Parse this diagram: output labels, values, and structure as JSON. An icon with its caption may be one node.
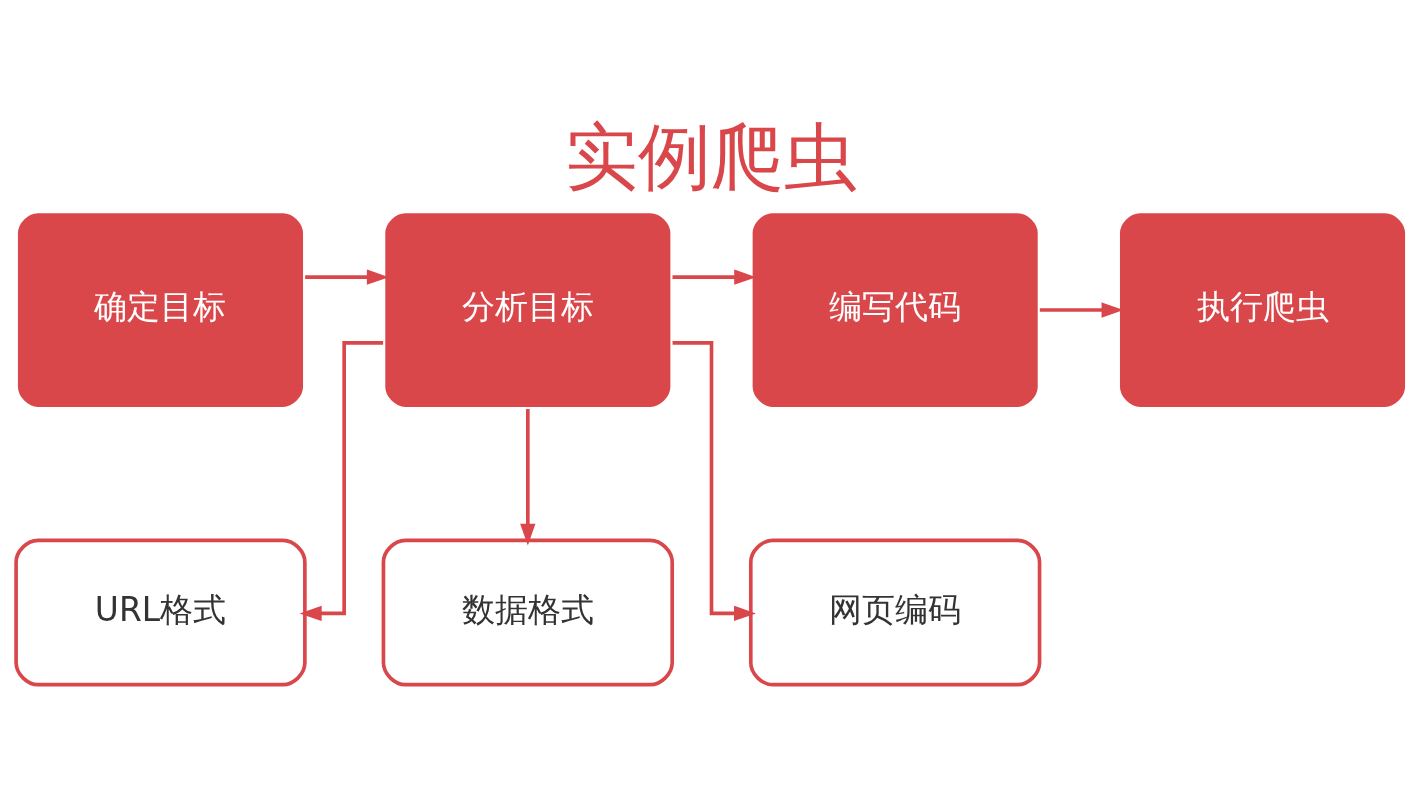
{
  "diagram": {
    "title": "实例爬虫",
    "nodes": [
      {
        "text": [
          "确定目标"
        ]
      },
      {
        "text": [
          "分析目标"
        ]
      },
      {
        "text": [
          "编写代码"
        ]
      },
      {
        "text": [
          "执行爬虫"
        ]
      },
      {
        "text": [
          "URL格式"
        ]
      },
      {
        "text": [
          "数据格式"
        ]
      },
      {
        "text": [
          "网页编码"
        ]
      }
    ],
    "edges": [
      {
        "from": 0,
        "to": 1,
        "arrow": "to"
      },
      {
        "from": 1,
        "to": 2,
        "arrow": "to"
      },
      {
        "from": 2,
        "to": 3,
        "arrow": "to"
      },
      {
        "from": 1,
        "to": 4,
        "arrow": "to"
      },
      {
        "from": 1,
        "to": 5,
        "arrow": "to"
      },
      {
        "from": 1,
        "to": 6,
        "arrow": "to"
      }
    ]
  }
}
